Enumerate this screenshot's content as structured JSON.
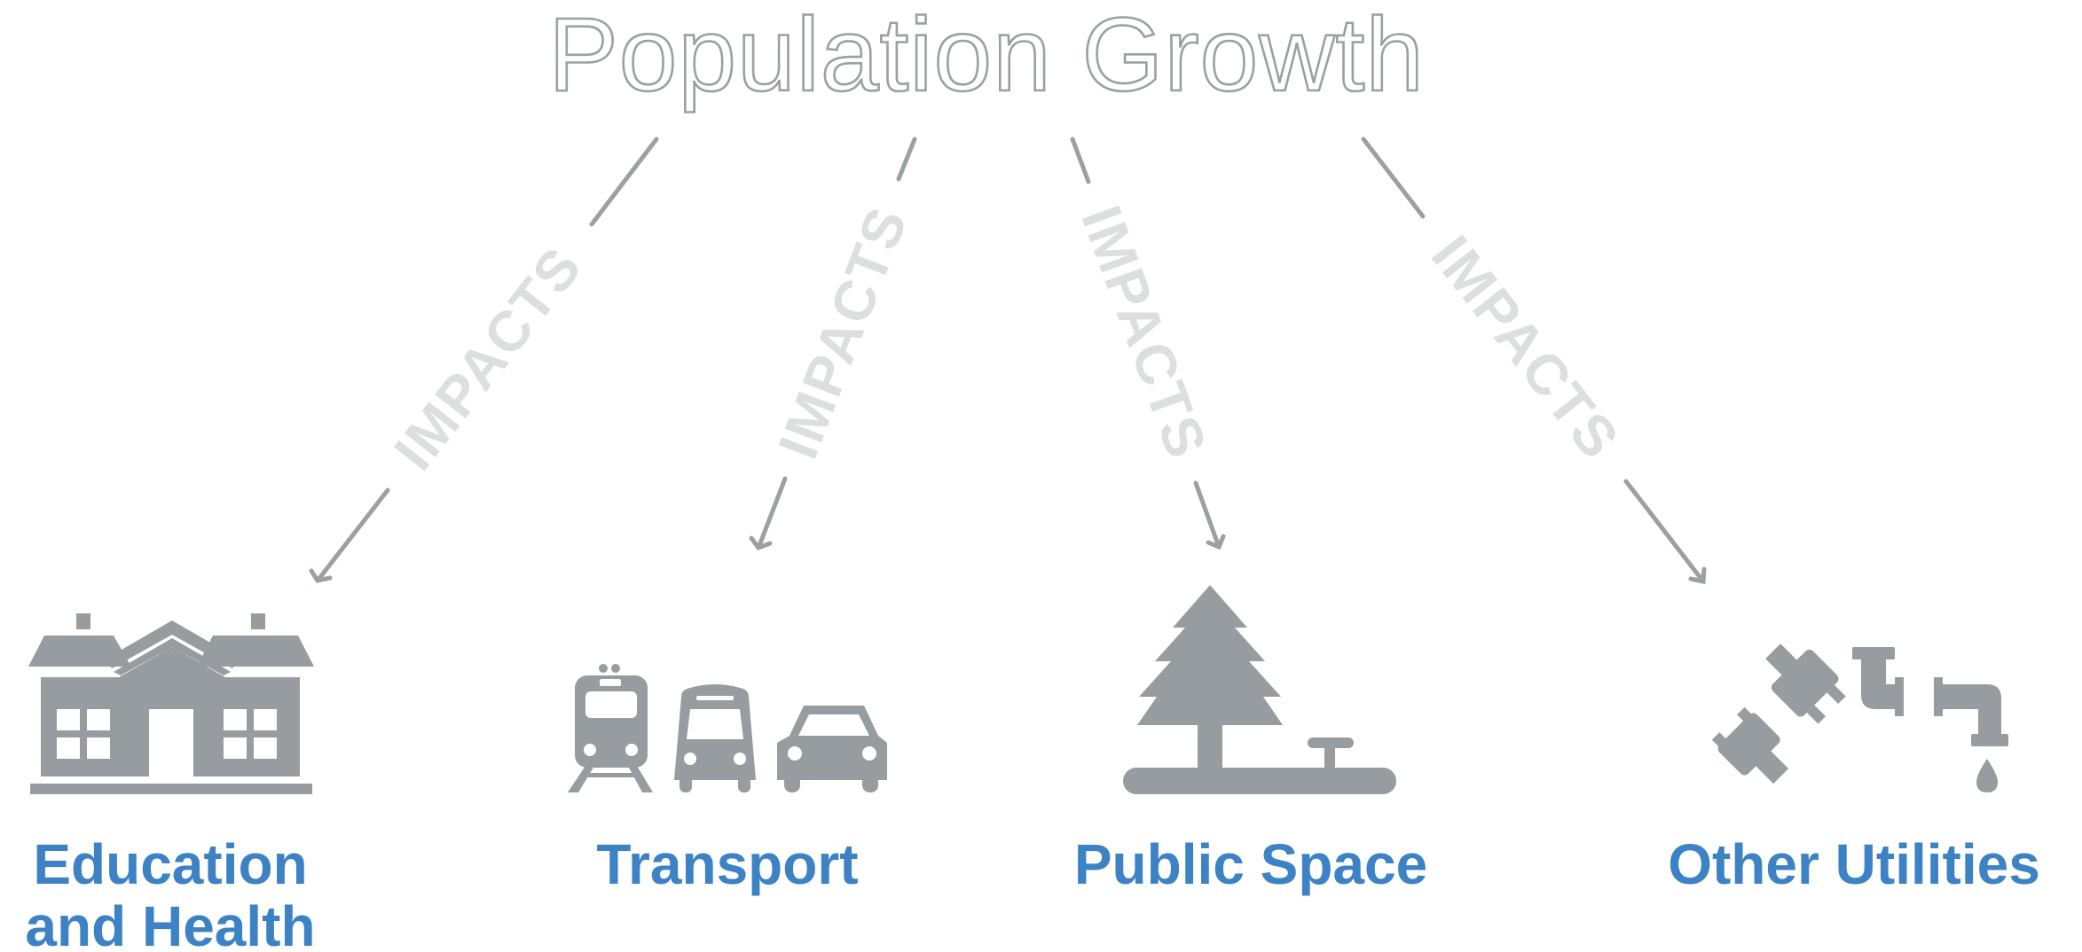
{
  "title": "Population Growth",
  "connector_label": "IMPACTS",
  "categories": [
    {
      "label_line1": "Education",
      "label_line2": "and Health",
      "icon": "school-hospital-building-icon"
    },
    {
      "label_line1": "Transport",
      "label_line2": "",
      "icon": "train-bus-car-icon"
    },
    {
      "label_line1": "Public Space",
      "label_line2": "",
      "icon": "tree-and-bench-icon"
    },
    {
      "label_line1": "Other Utilities",
      "label_line2": "",
      "icon": "plug-and-water-pipe-icon"
    }
  ],
  "colors": {
    "title": "#9aa0a4",
    "arrows": "#9aa0a4",
    "connector_label": "#dcdee0",
    "icons": "#979ca0",
    "category_labels": "#3c82c4"
  }
}
